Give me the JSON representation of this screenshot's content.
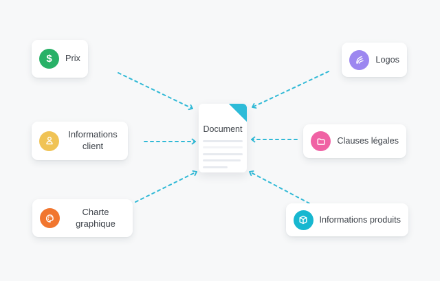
{
  "colors": {
    "bg": "#f7f8f9",
    "card": "#ffffff",
    "text": "#3d4249",
    "arrow": "#30b9d6",
    "fold": "#2dbbd8",
    "line": "#e7eaef"
  },
  "document": {
    "label": "Document",
    "lines": [
      "100%",
      "100%",
      "100%",
      "95%",
      "62%"
    ]
  },
  "cards": [
    {
      "label": "Prix",
      "icon": "dollar-icon",
      "glyph": "$",
      "color": "#28b167"
    },
    {
      "label": "Logos",
      "icon": "feather-icon",
      "color": "#9c87f0"
    },
    {
      "label": "Informations client",
      "icon": "user-icon",
      "color": "#f0c355"
    },
    {
      "label": "Clauses légales",
      "icon": "folder-icon",
      "color": "#f062a4"
    },
    {
      "label": "Charte graphique",
      "icon": "palette-icon",
      "color": "#f1762f"
    },
    {
      "label": "Informations produits",
      "icon": "cube-icon",
      "color": "#17b7d0"
    }
  ],
  "connections": [
    {
      "from": "Prix",
      "to": "Document"
    },
    {
      "from": "Logos",
      "to": "Document"
    },
    {
      "from": "Informations client",
      "to": "Document"
    },
    {
      "from": "Clauses légales",
      "to": "Document"
    },
    {
      "from": "Charte graphique",
      "to": "Document"
    },
    {
      "from": "Informations produits",
      "to": "Document"
    }
  ]
}
